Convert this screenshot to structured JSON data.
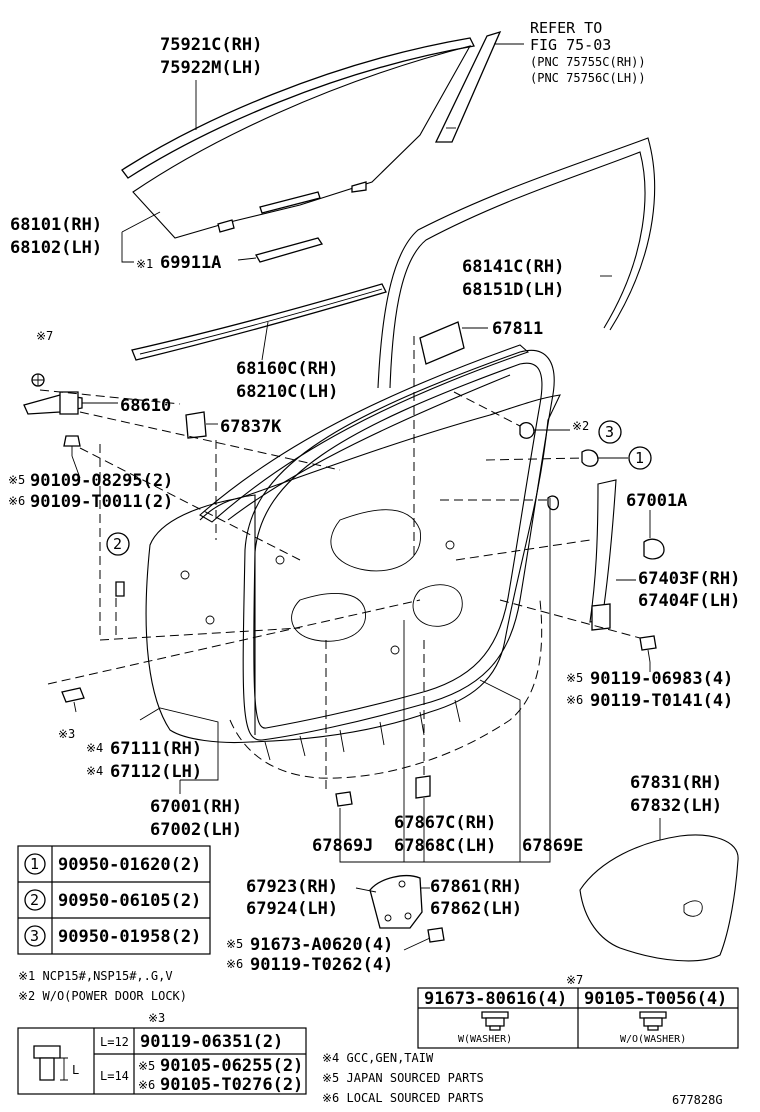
{
  "refer": {
    "line1": "REFER TO",
    "line2": "FIG 75-03",
    "line3": "(PNC 75755C(RH))",
    "line4": "(PNC 75756C(LH))"
  },
  "labels": {
    "p75921c": "75921C(RH)",
    "p75922m": "75922M(LH)",
    "p68101": "68101(RH)",
    "p68102": "68102(LH)",
    "p69911a_mark": "※1",
    "p69911a": "69911A",
    "p68141c": "68141C(RH)",
    "p68151d": "68151D(LH)",
    "p67811": "67811",
    "p68160c": "68160C(RH)",
    "p68210c": "68210C(LH)",
    "mark7_top": "※7",
    "p68610": "68610",
    "p67837k": "67837K",
    "mark2_hole": "※2",
    "mark5_a": "※5",
    "bolt_a_1": "90109-08295(2)",
    "mark6_a": "※6",
    "bolt_a_2": "90109-T0011(2)",
    "p67001a": "67001A",
    "p67403f": "67403F(RH)",
    "p67404f": "67404F(LH)",
    "mark5_b": "※5",
    "bolt_b_1": "90119-06983(4)",
    "mark6_b": "※6",
    "bolt_b_2": "90119-T0141(4)",
    "mark3": "※3",
    "mark4_a": "※4",
    "p67111": "67111(RH)",
    "mark4_b": "※4",
    "p67112": "67112(LH)",
    "p67001": "67001(RH)",
    "p67002": "67002(LH)",
    "p67831": "67831(RH)",
    "p67832": "67832(LH)",
    "p67867c": "67867C(RH)",
    "p67869j": "67869J",
    "p67868c": "67868C(LH)",
    "p67869e": "67869E",
    "p67923": "67923(RH)",
    "p67924": "67924(LH)",
    "p67861": "67861(RH)",
    "p67862": "67862(LH)",
    "mark5_c": "※5",
    "bolt_c_1": "91673-A0620(4)",
    "mark6_c": "※6",
    "bolt_c_2": "90119-T0262(4)",
    "circle1": "1",
    "circle2": "2",
    "circle3": "3",
    "circle2_door": "2"
  },
  "legend_table": [
    {
      "num": "1",
      "part": "90950-01620(2)"
    },
    {
      "num": "2",
      "part": "90950-06105(2)"
    },
    {
      "num": "3",
      "part": "90950-01958(2)"
    }
  ],
  "notes_top": [
    "※1 NCP15#,NSP15#,.G,V",
    "※2 W/O(POWER DOOR LOCK)"
  ],
  "box3": {
    "title": "※3",
    "row1_len": "L=12",
    "row1_part": "90119-06351(2)",
    "row2_len": "L=14",
    "row2_mark5": "※5",
    "row2_part5": "90105-06255(2)",
    "row2_mark6": "※6",
    "row2_part6": "90105-T0276(2)",
    "dim_label": "L"
  },
  "notes_bottom": [
    "※4 GCC,GEN,TAIW",
    "※5 JAPAN SOURCED PARTS",
    "※6 LOCAL SOURCED PARTS"
  ],
  "box7": {
    "title": "※7",
    "col1_part": "91673-80616(4)",
    "col2_part": "90105-T0056(4)",
    "col1_caption": "W(WASHER)",
    "col2_caption": "W/O(WASHER)"
  },
  "figure_id": "677828G"
}
